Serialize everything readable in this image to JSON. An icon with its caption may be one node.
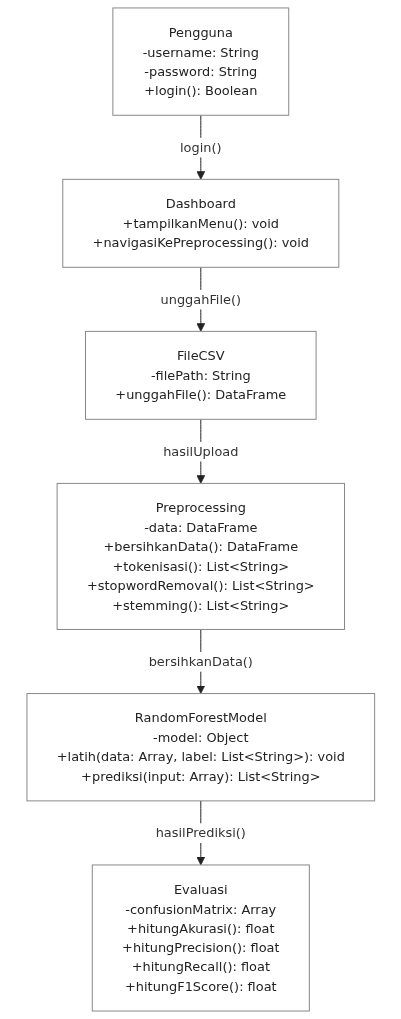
{
  "diagram": {
    "nodes": [
      {
        "text": [
          "Pengguna",
          "-username: String",
          "-password: String",
          "+login(): Boolean"
        ]
      },
      {
        "text": [
          "Dashboard",
          "+tampilkanMenu(): void",
          "+navigasiKePreprocessing(): void"
        ]
      },
      {
        "text": [
          "FileCSV",
          "-filePath: String",
          "+unggahFile(): DataFrame"
        ]
      },
      {
        "text": [
          "Preprocessing",
          "-data: DataFrame",
          "+bersihkanData(): DataFrame",
          "+tokenisasi(): List<String>",
          "+stopwordRemoval(): List<String>",
          "+stemming(): List<String>"
        ]
      },
      {
        "text": [
          "RandomForestModel",
          "-model: Object",
          "+latih(data: Array, label: List<String>): void",
          "+prediksi(input: Array): List<String>"
        ]
      },
      {
        "text": [
          "Evaluasi",
          "-confusionMatrix: Array",
          "+hitungAkurasi(): float",
          "+hitungPrecision(): float",
          "+hitungRecall(): float",
          "+hitungF1Score(): float"
        ]
      }
    ],
    "edges": [
      {
        "from": 0,
        "to": 1,
        "arrow": "to",
        "label": "login()"
      },
      {
        "from": 1,
        "to": 2,
        "arrow": "to",
        "label": "unggahFile()"
      },
      {
        "from": 2,
        "to": 3,
        "arrow": "to",
        "label": "hasilUpload"
      },
      {
        "from": 3,
        "to": 4,
        "arrow": "to",
        "label": "bersihkanData()"
      },
      {
        "from": 4,
        "to": 5,
        "arrow": "to",
        "label": "hasilPrediksi()"
      }
    ]
  }
}
